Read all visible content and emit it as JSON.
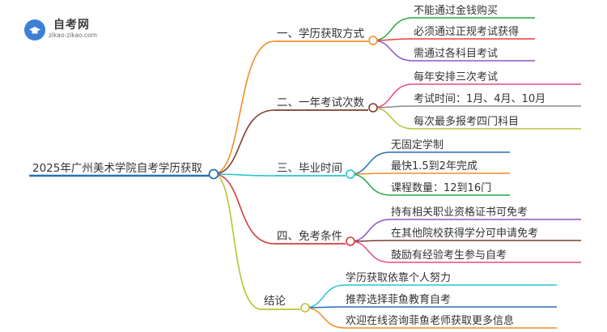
{
  "logo": {
    "title": "自考网",
    "subtitle": "zikao-zikao.com"
  },
  "root": {
    "label": "2025年广州美术学院自考学历获取"
  },
  "branches": [
    {
      "label": "一、学历获取方式",
      "color": "#f28c28",
      "children": [
        {
          "label": "不能通过金钱购买",
          "color": "#27a844"
        },
        {
          "label": "必须通过正规考试获得",
          "color": "#e8413a"
        },
        {
          "label": "需通过各科目考试",
          "color": "#8e55c9"
        }
      ]
    },
    {
      "label": "二、一年考试次数",
      "color": "#7a3e2e",
      "children": [
        {
          "label": "每年安排三次考试",
          "color": "#e84a7f"
        },
        {
          "label": "考试时间：1月、4月、10月",
          "color": "#8a8a8a"
        },
        {
          "label": "每次最多报考四门科目",
          "color": "#b7c433"
        }
      ]
    },
    {
      "label": "三、毕业时间",
      "color": "#26c3d6",
      "children": [
        {
          "label": "无固定学制",
          "color": "#2a6fb8"
        },
        {
          "label": "最快1.5到2年完成",
          "color": "#f28c28"
        },
        {
          "label": "课程数量：12到16门",
          "color": "#27a844"
        }
      ]
    },
    {
      "label": "四、免考条件",
      "color": "#d63a3a",
      "children": [
        {
          "label": "持有相关职业资格证书可免考",
          "color": "#8e55c9"
        },
        {
          "label": "在其他院校获得学分可申请免考",
          "color": "#7a3e2e"
        },
        {
          "label": "鼓励有经验考生参与自考",
          "color": "#e84a7f"
        }
      ]
    },
    {
      "label": "结论",
      "color": "#b7c433",
      "children": [
        {
          "label": "学历获取依靠个人努力",
          "color": "#26c3d6"
        },
        {
          "label": "推荐选择菲鱼教育自考",
          "color": "#2a6fb8"
        },
        {
          "label": "欢迎在线咨询菲鱼老师获取更多信息",
          "color": "#f28c28"
        }
      ]
    }
  ]
}
